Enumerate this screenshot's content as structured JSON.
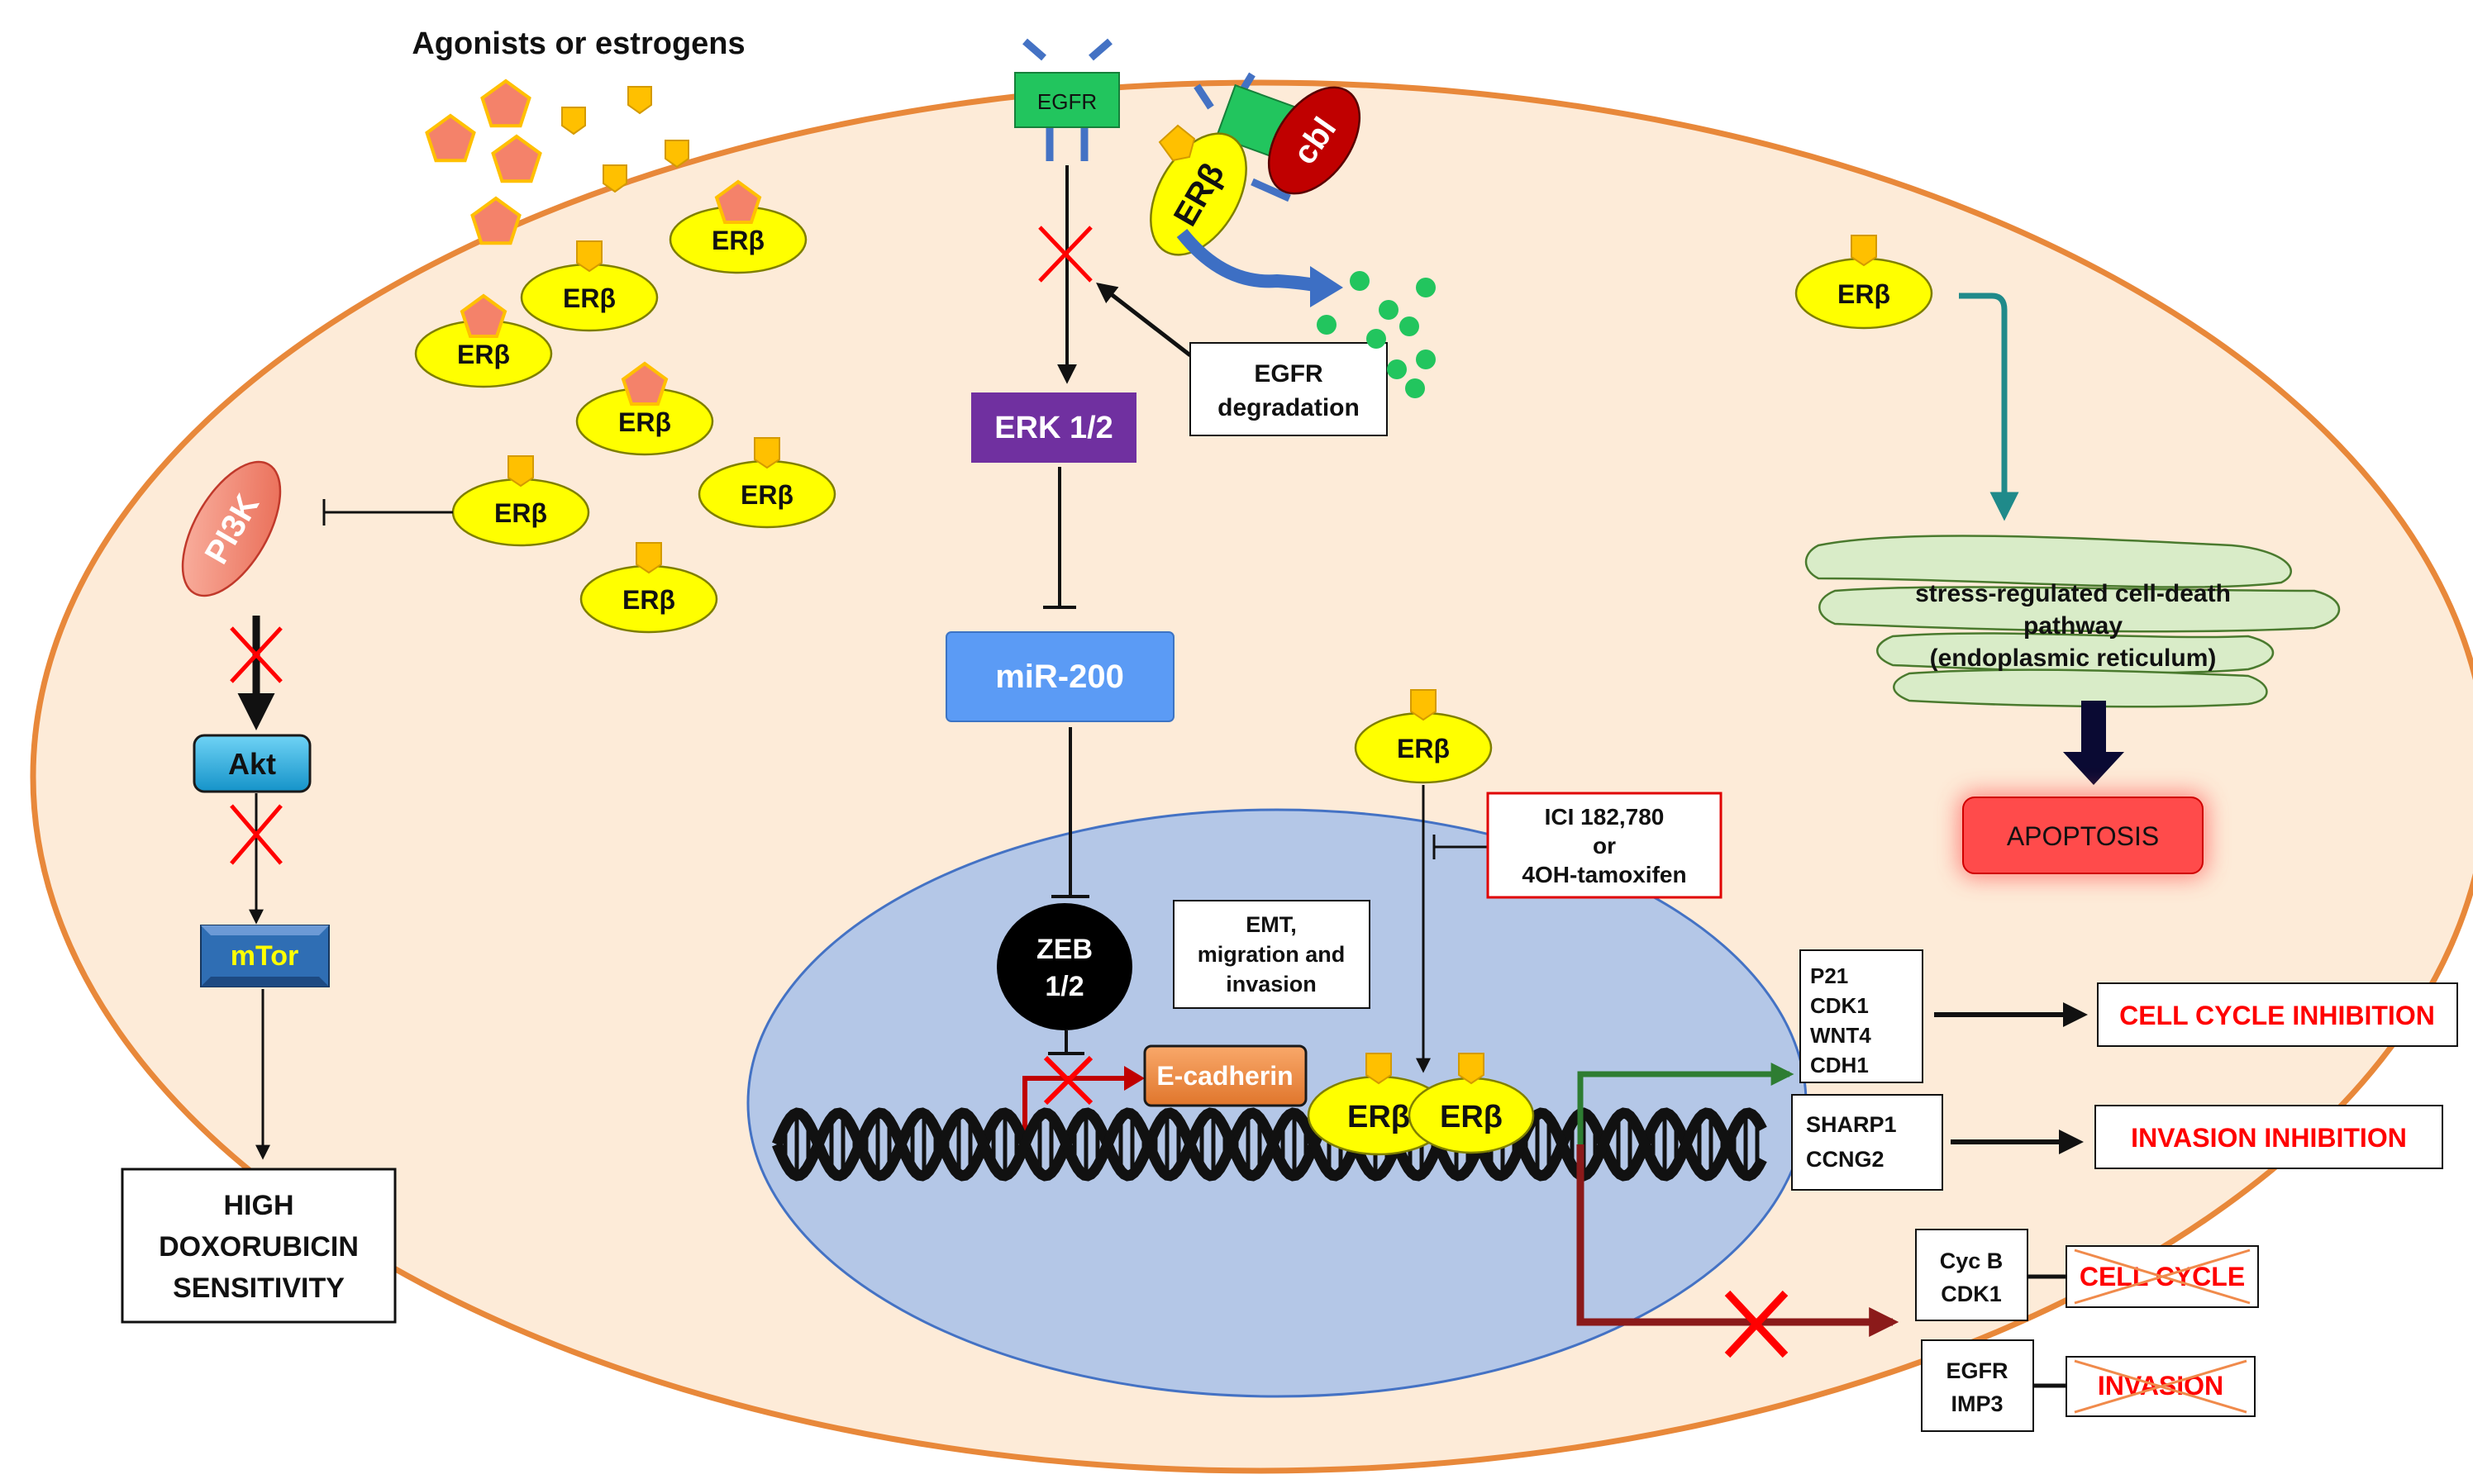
{
  "title": "Agonists or estrogens",
  "receptor_label": "ERβ",
  "egfr": {
    "receptor": "EGFR",
    "cbl": "cbl",
    "degradation_line1": "EGFR",
    "degradation_line2": "degradation"
  },
  "erk": "ERK 1/2",
  "mir": "miR-200",
  "zeb_line1": "ZEB",
  "zeb_line2": "1/2",
  "ecadherin": "E-cadherin",
  "emt": {
    "line1": "EMT,",
    "line2": "migration and",
    "line3": "invasion"
  },
  "inhibitor": {
    "line1": "ICI 182,780",
    "line2": "or",
    "line3": "4OH-tamoxifen"
  },
  "pi3k": "PI3K",
  "akt": "Akt",
  "mtor": "mTor",
  "doxo": {
    "line1": "HIGH",
    "line2": "DOXORUBICIN",
    "line3": "SENSITIVITY"
  },
  "stress": {
    "line1": "stress-regulated cell-death",
    "line2": "pathway",
    "line3": "(endoplasmic reticulum)"
  },
  "apoptosis": "APOPTOSIS",
  "genes_up1": [
    "P21",
    "CDK1",
    "WNT4",
    "CDH1"
  ],
  "genes_up2": [
    "SHARP1",
    "CCNG2"
  ],
  "cell_cycle_inhibition": "CELL CYCLE INHIBITION",
  "invasion_inhibition": "INVASION INHIBITION",
  "genes_down1": [
    "Cyc B",
    "CDK1"
  ],
  "genes_down2": [
    "EGFR",
    "IMP3"
  ],
  "cell_cycle": "CELL CYCLE",
  "invasion": "INVASION",
  "colors": {
    "cytoplasm": "#fdebd8",
    "membrane": "#e8883a",
    "nucleus": "#b4c7e7",
    "receptor": "#ffff00",
    "ligand_pentagon": "#f4826a",
    "ligand_tab": "#ffc000",
    "erk": "#7030a0",
    "mir": "#5b9bf5",
    "akt": "#1ea7e0",
    "mtor": "#2f6eb4",
    "apoptosis": "#ff4b4b",
    "cbl": "#c00000",
    "egfr": "#22c55e",
    "inhibit_red": "#ff0000",
    "promoter": "#2e7d32",
    "stress_er": "#d9ecc8"
  }
}
